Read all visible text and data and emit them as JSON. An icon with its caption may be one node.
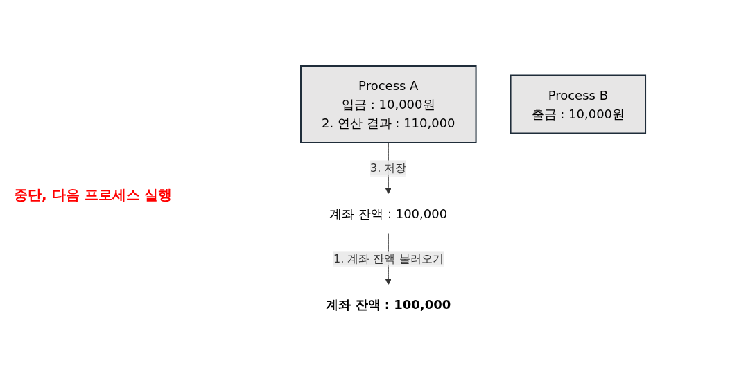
{
  "diagram": {
    "nodes": [
      {
        "text": [
          "계좌 잔액 : 100,000"
        ]
      },
      {
        "text": [
          "계좌 잔액 : 100,000"
        ]
      },
      {
        "text": [
          "Process A",
          "입금 : 10,000원",
          "2. 연산 결과 : 110,000"
        ]
      },
      {
        "text": [
          "Process B",
          "출금 : 10,000원"
        ]
      }
    ],
    "edges": [
      {
        "from": 0,
        "to": 1,
        "arrow": "to",
        "label": "1. 계좌 잔액 불러오기"
      },
      {
        "from": 2,
        "to": 0,
        "arrow": "to",
        "label": "3. 저장"
      }
    ],
    "labels": [
      "중단, 다음 프로세스 실행"
    ]
  }
}
